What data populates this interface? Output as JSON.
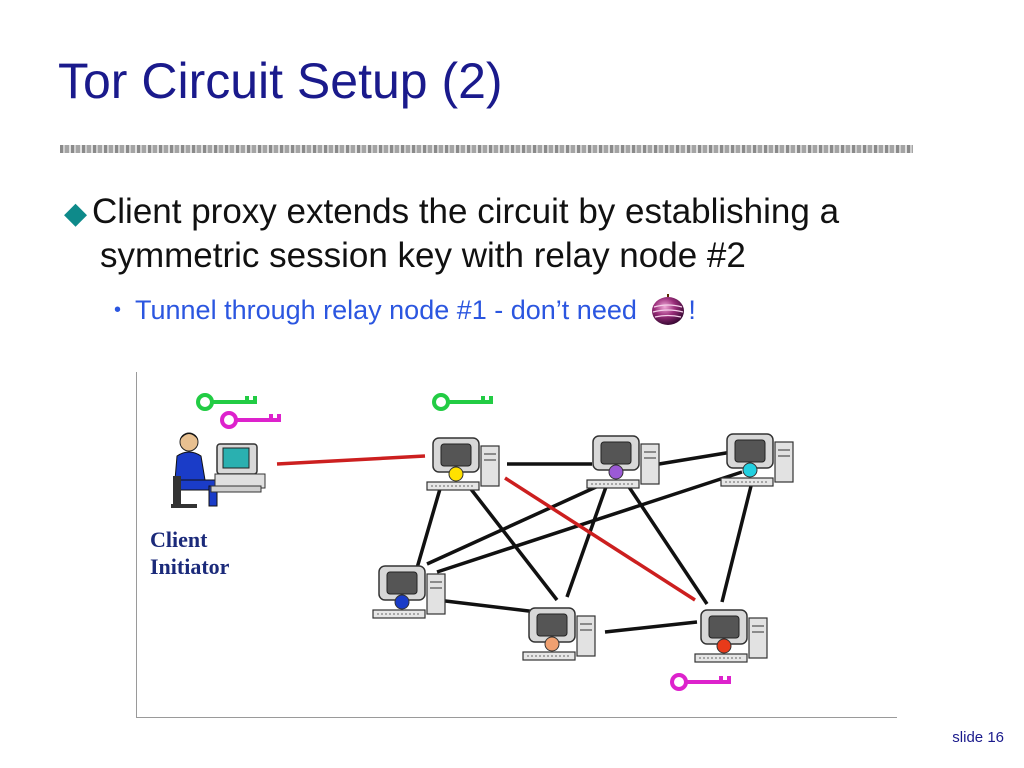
{
  "slide": {
    "title": "Tor Circuit Setup (2)",
    "bullet_main_line1": "Client proxy extends the circuit by establishing a",
    "bullet_main_line2": "symmetric session key with relay node #2",
    "bullet_sub_prefix": "Tunnel through relay node #1 - don’t need",
    "bullet_sub_suffix": "!",
    "client_label_line1": "Client",
    "client_label_line2": "Initiator",
    "slide_number": "slide 16"
  },
  "icons": {
    "bullet": "diamond-icon",
    "onion": "tor-onion-icon",
    "key_green": "green-key-icon",
    "key_magenta": "magenta-key-icon"
  },
  "colors": {
    "title": "#1a1a8c",
    "sub_bullet": "#2b56e0",
    "diamond": "#0e8a8a",
    "circuit_link": "#cc1f1f",
    "key_green": "#22cc44",
    "key_magenta": "#dd22cc"
  }
}
